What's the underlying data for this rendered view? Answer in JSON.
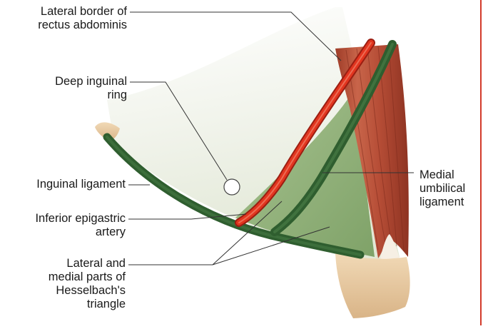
{
  "labels": {
    "lateral_border": [
      "Lateral border of",
      "rectus abdominis"
    ],
    "deep_ring": [
      "Deep inguinal",
      "ring"
    ],
    "inguinal_ligament": [
      "Inguinal ligament"
    ],
    "inferior_epigastric": [
      "Inferior epigastric",
      "artery"
    ],
    "hesselbach": [
      "Lateral and",
      "medial parts of",
      "Hesselbach's",
      "triangle"
    ],
    "medial_umbilical": [
      "Medial",
      "umbilical",
      "ligament"
    ]
  },
  "colors": {
    "muscle": "#b8523a",
    "ligament": "#2f5e2f",
    "artery": "#e2351f",
    "triangle": "#8fb07a",
    "bone": "#e8c9a0",
    "border": "#d23a2a"
  }
}
